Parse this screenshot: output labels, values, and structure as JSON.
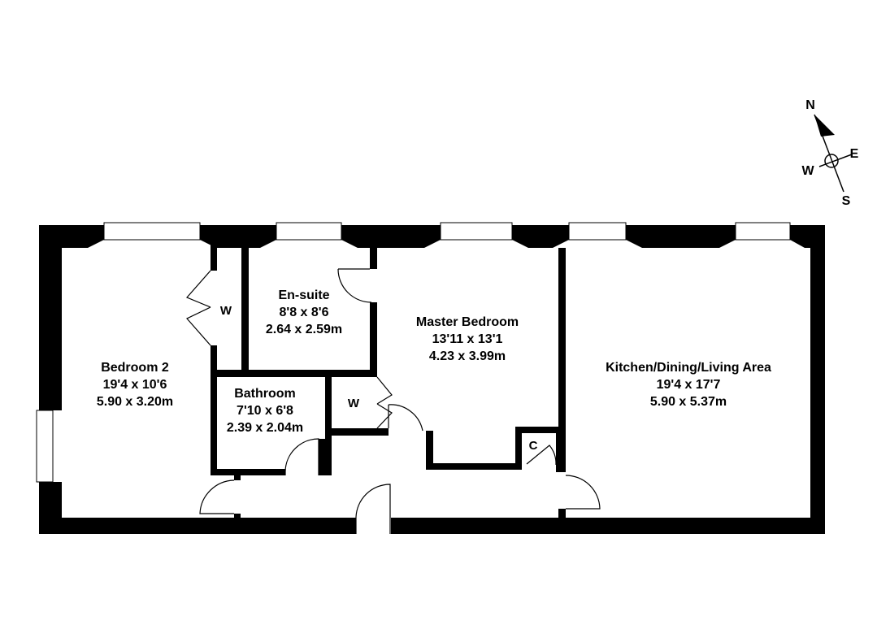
{
  "rooms": {
    "bedroom2": {
      "name": "Bedroom 2",
      "imperial": "19'4 x 10'6",
      "metric": "5.90 x 3.20m"
    },
    "ensuite": {
      "name": "En-suite",
      "imperial": "8'8 x 8'6",
      "metric": "2.64 x 2.59m"
    },
    "bathroom": {
      "name": "Bathroom",
      "imperial": "7'10 x 6'8",
      "metric": "2.39 x 2.04m"
    },
    "master": {
      "name": "Master Bedroom",
      "imperial": "13'11 x 13'1",
      "metric": "4.23 x 3.99m"
    },
    "kitchen": {
      "name": "Kitchen/Dining/Living Area",
      "imperial": "19'4 x 17'7",
      "metric": "5.90 x 5.37m"
    }
  },
  "wardrobe_label": "W",
  "cupboard_label": "C",
  "compass": {
    "north": "N",
    "east": "E",
    "south": "S",
    "west": "W"
  },
  "colors": {
    "wall": "#000000",
    "background": "#ffffff"
  }
}
